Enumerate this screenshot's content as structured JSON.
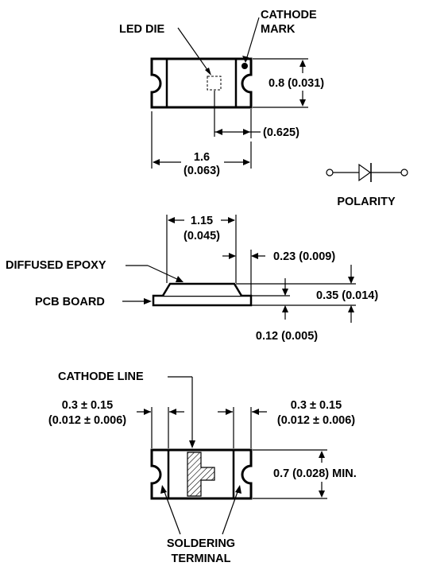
{
  "top_view": {
    "led_die_label": "LED DIE",
    "cathode_mark_line1": "CATHODE",
    "cathode_mark_line2": "MARK",
    "height_dim": "0.8 (0.031)",
    "offset_dim": "(0.625)",
    "length_dim": "1.6",
    "length_dim_in": "(0.063)"
  },
  "polarity": {
    "label": "POLARITY"
  },
  "side_view": {
    "body_width_dim": "1.15",
    "body_width_dim_in": "(0.045)",
    "edge_gap_dim": "0.23 (0.009)",
    "diffused_epoxy_label": "DIFFUSED EPOXY",
    "total_height_dim": "0.35 (0.014)",
    "pcb_board_label": "PCB BOARD",
    "pcb_thickness_dim": "0.12 (0.005)"
  },
  "bottom_view": {
    "cathode_line_label": "CATHODE LINE",
    "left_pad_dim": "0.3 ± 0.15",
    "left_pad_dim_in": "(0.012 ± 0.006)",
    "right_pad_dim": "0.3 ± 0.15",
    "right_pad_dim_in": "(0.012 ± 0.006)",
    "width_dim": "0.7 (0.028) MIN.",
    "soldering_line1": "SOLDERING",
    "soldering_line2": "TERMINAL"
  }
}
